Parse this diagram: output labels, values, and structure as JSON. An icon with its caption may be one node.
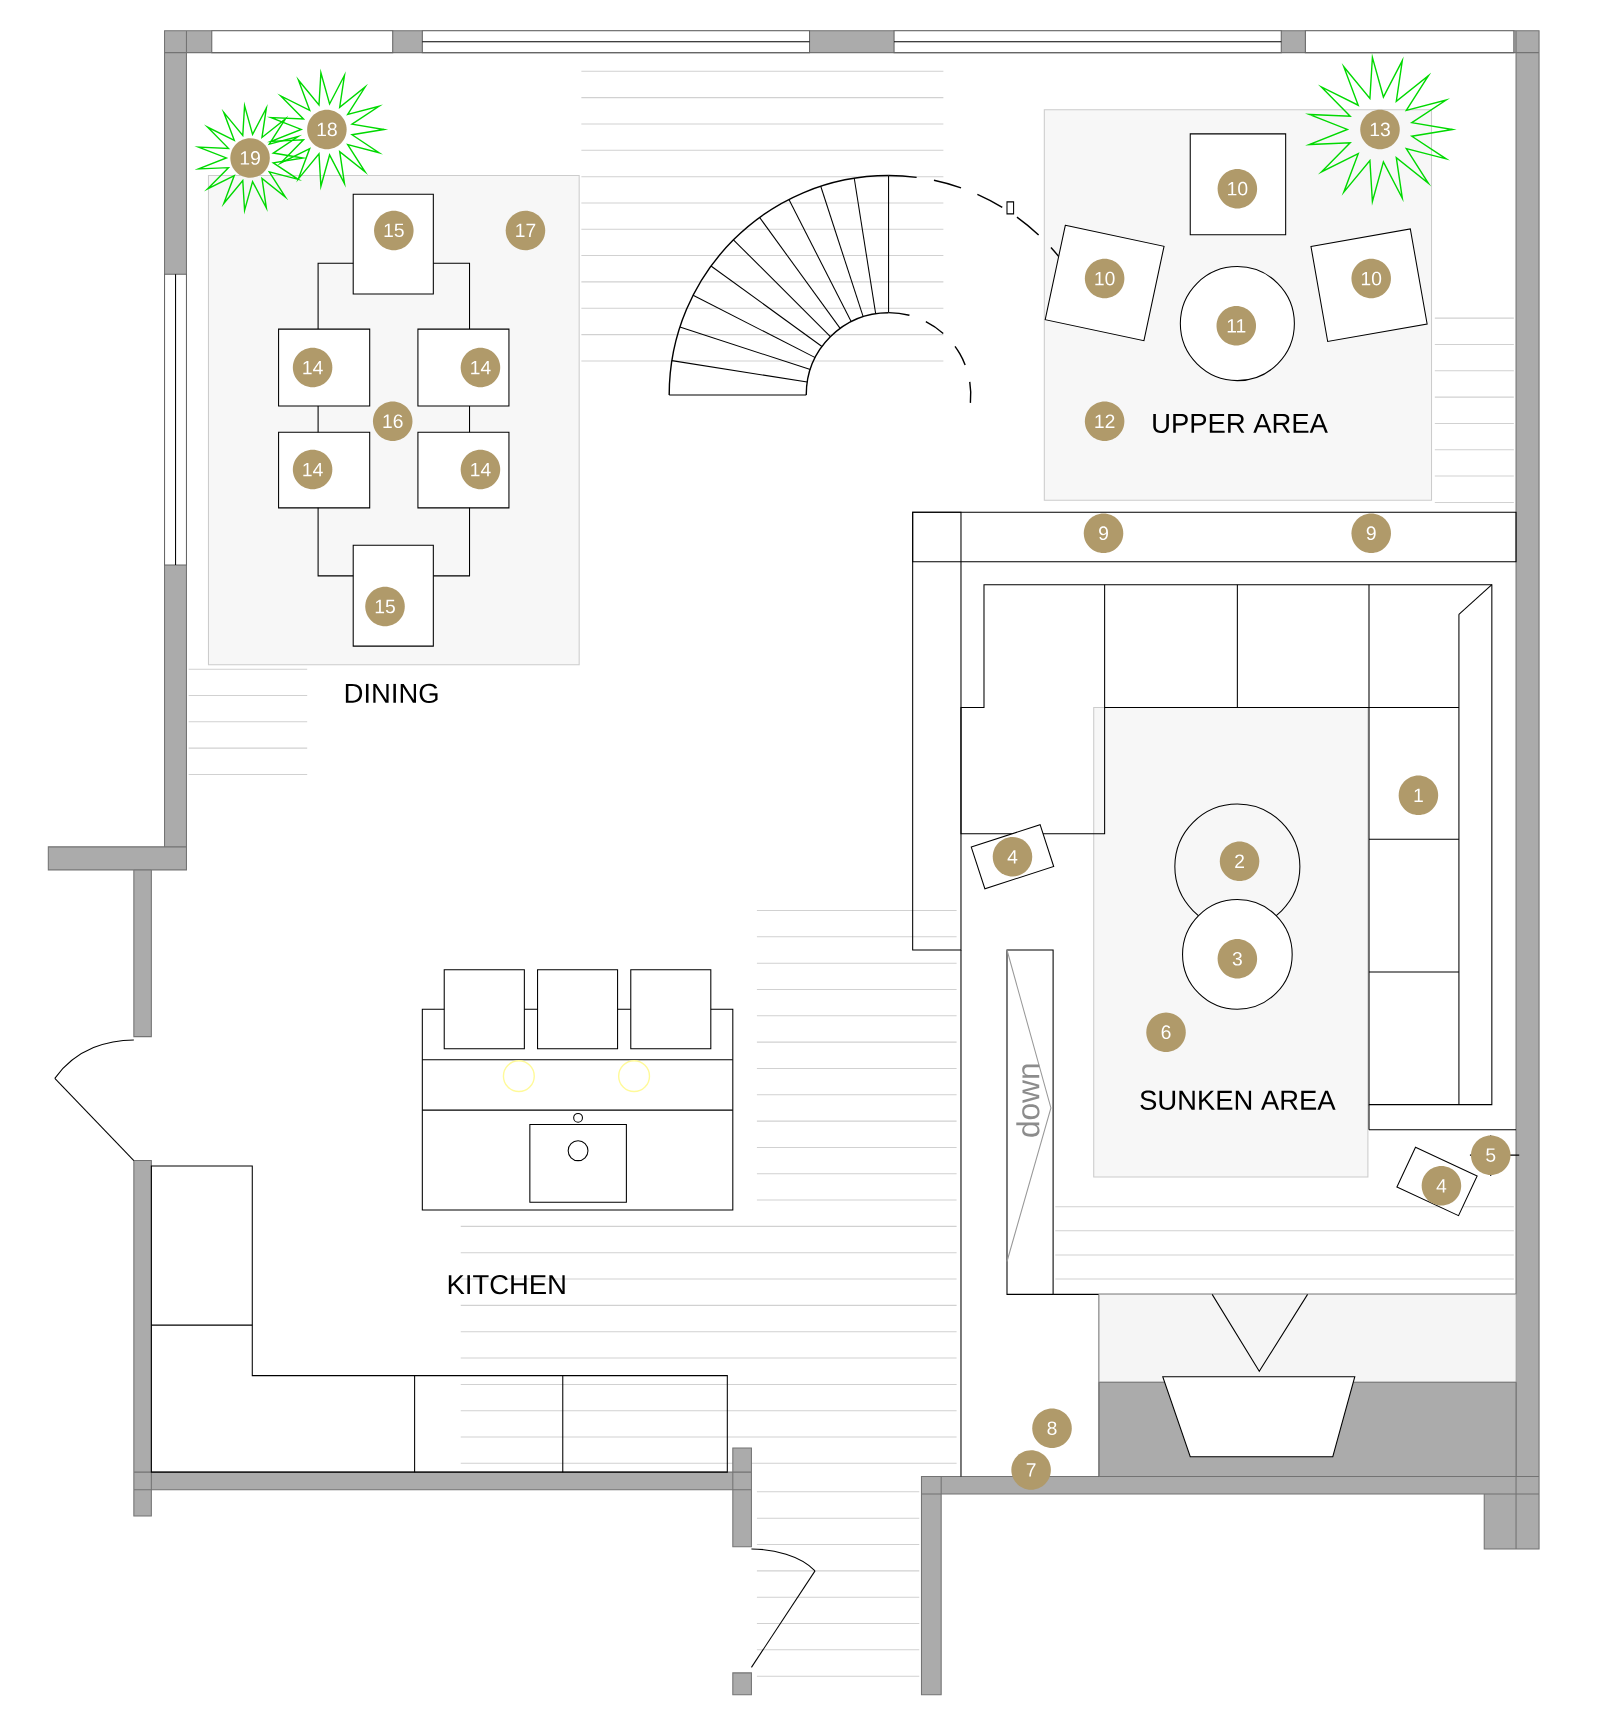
{
  "diagram": {
    "labels": [
      "18",
      "13",
      "19",
      "10",
      "15",
      "17",
      "10",
      "10",
      "11",
      "14",
      "14",
      "16",
      "12",
      "UPPER AREA",
      "14",
      "14",
      "9",
      "9",
      "15",
      "DINING",
      "1",
      "4",
      "2",
      "3",
      "6",
      "down",
      "SUNKEN AREA",
      "5",
      "4",
      "KITCHEN",
      "8",
      "7"
    ]
  }
}
